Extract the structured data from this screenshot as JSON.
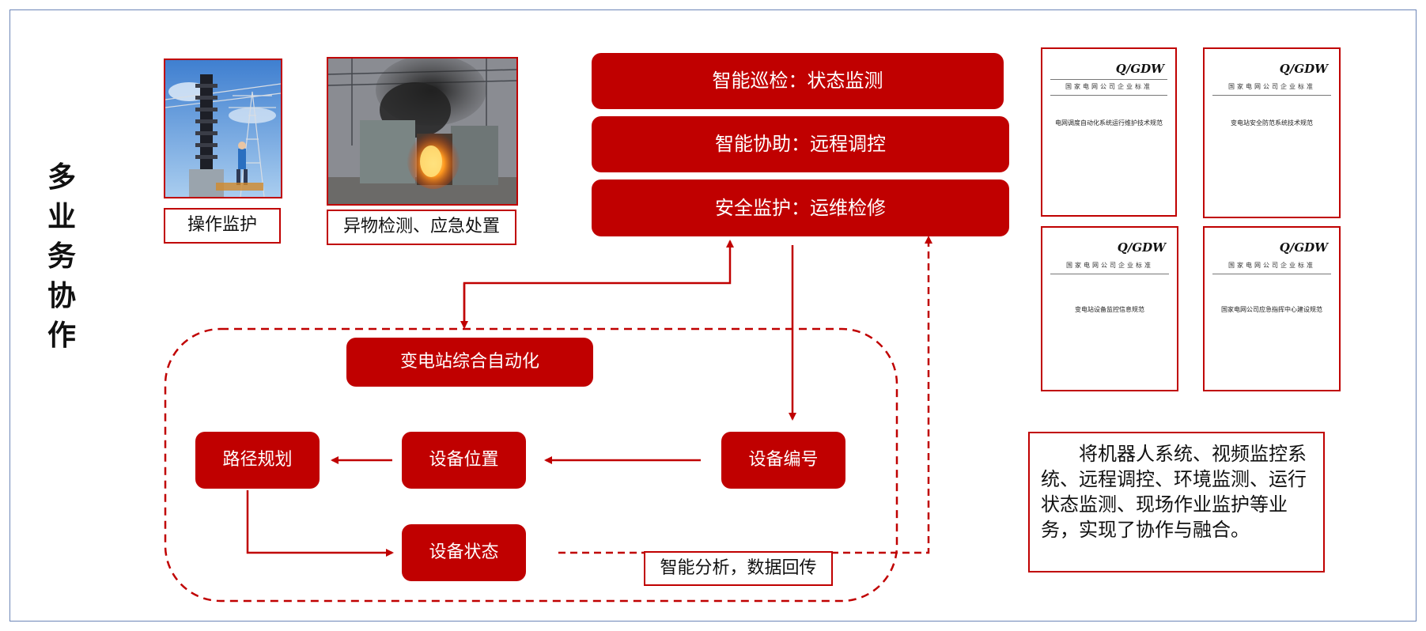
{
  "side_title": [
    "多",
    "业",
    "务",
    "协",
    "作"
  ],
  "photos": [
    {
      "caption": "操作监护"
    },
    {
      "caption": "异物检测、应急处置"
    }
  ],
  "functions": [
    "智能巡检：状态监测",
    "智能协助：远程调控",
    "安全监护：运维检修"
  ],
  "flow": {
    "substation": "变电站综合自动化",
    "path_planning": "路径规划",
    "device_position": "设备位置",
    "device_number": "设备编号",
    "device_status": "设备状态",
    "feedback_label": "智能分析，数据回传"
  },
  "standards": [
    {
      "code": "Q/GDW",
      "org": "国家电网公司企业标准",
      "title": "电网调度自动化系统运行维护技术规范"
    },
    {
      "code": "Q/GDW",
      "org": "国家电网公司企业标准",
      "title": "变电站安全防范系统技术规范"
    },
    {
      "code": "Q/GDW",
      "org": "国家电网公司企业标准",
      "title": "变电站设备监控信息规范"
    },
    {
      "code": "Q/GDW",
      "org": "国家电网公司企业标准",
      "title": "国家电网公司应急指挥中心建设规范"
    }
  ],
  "description": "将机器人系统、视频监控系统、远程调控、环境监测、运行状态监测、现场作业监护等业务，实现了协作与融合。",
  "colors": {
    "accent": "#c00000",
    "frame": "#6d86b8"
  }
}
